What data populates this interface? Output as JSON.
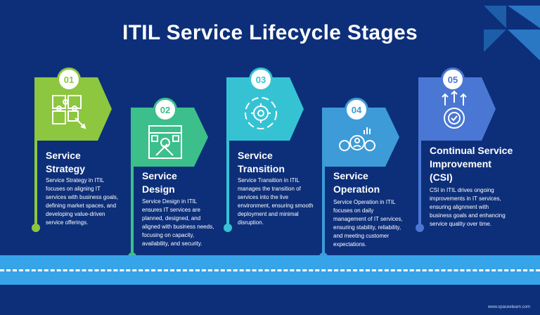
{
  "title": "ITIL Service Lifecycle Stages",
  "footer": "www.spaceelearn.com",
  "colors": {
    "background": "#0d2f7a",
    "road": "#37a3e8"
  },
  "stages": [
    {
      "number": "01",
      "title_line1": "Service",
      "title_line2": "Strategy",
      "title_line3": "",
      "description": "Service Strategy in ITIL focuses on aligning IT services with business goals, defining market spaces, and developing value-driven service offerings.",
      "color": "#8dc63f",
      "icon": "puzzle-icon"
    },
    {
      "number": "02",
      "title_line1": "Service",
      "title_line2": "Design",
      "title_line3": "",
      "description": "Service Design in ITIL ensures IT services are planned, designed, and aligned with business needs, focusing on capacity, availability, and security.",
      "color": "#3cbf8a",
      "icon": "design-tools-icon"
    },
    {
      "number": "03",
      "title_line1": "Service",
      "title_line2": "Transition",
      "title_line3": "",
      "description": "Service Transition in ITIL manages the transition of services into the live environment, ensuring smooth deployment and minimal disruption.",
      "color": "#35c3d4",
      "icon": "gear-cycle-icon"
    },
    {
      "number": "04",
      "title_line1": "Service",
      "title_line2": "Operation",
      "title_line3": "",
      "description": "Service Operation in ITIL focuses on daily management of IT services, ensuring stability, reliability, and meeting customer expectations.",
      "color": "#3d9bd8",
      "icon": "gears-team-icon"
    },
    {
      "number": "05",
      "title_line1": "Continual Service",
      "title_line2": "Improvement",
      "title_line3": "(CSI)",
      "description": "CSI in ITIL drives ongoing improvements in IT services, ensuring alignment with business goals and enhancing service quality over time.",
      "color": "#4a77d4",
      "icon": "gear-arrows-icon"
    }
  ]
}
